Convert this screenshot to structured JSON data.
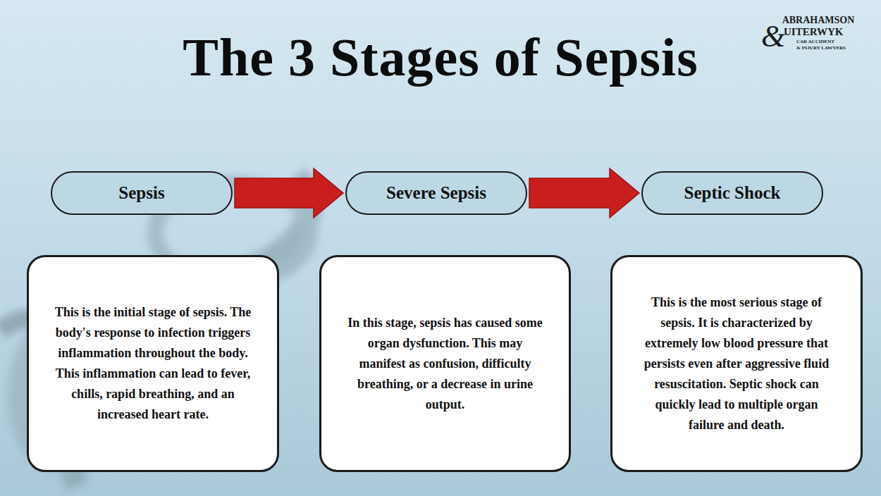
{
  "diagram": {
    "title": "The 3 Stages of Sepsis",
    "nodes": [
      {
        "text": [
          "Sepsis"
        ]
      },
      {
        "text": [
          "Severe Sepsis"
        ]
      },
      {
        "text": [
          "Septic Shock"
        ]
      },
      {
        "text": [
          "This is the initial stage of sepsis. The body's response to infection triggers inflammation throughout the body. This inflammation can lead to fever, chills, rapid breathing, and an increased heart rate."
        ]
      },
      {
        "text": [
          "In this stage, sepsis has caused some organ dysfunction. This may manifest as confusion, difficulty breathing, or a decrease in urine output."
        ]
      },
      {
        "text": [
          "This is the most serious stage of sepsis. It is characterized by extremely low blood pressure that persists even after aggressive fluid resuscitation. Septic shock can quickly lead to multiple organ failure and death."
        ]
      }
    ],
    "edges": [
      {
        "from": 0,
        "to": 1,
        "arrow": "to"
      },
      {
        "from": 1,
        "to": 2,
        "arrow": "to"
      }
    ],
    "labels": [
      "ABRAHAMSON",
      "&",
      "UITERWYK",
      "CAR ACCIDENT",
      "& INJURY LAWYERS"
    ]
  }
}
